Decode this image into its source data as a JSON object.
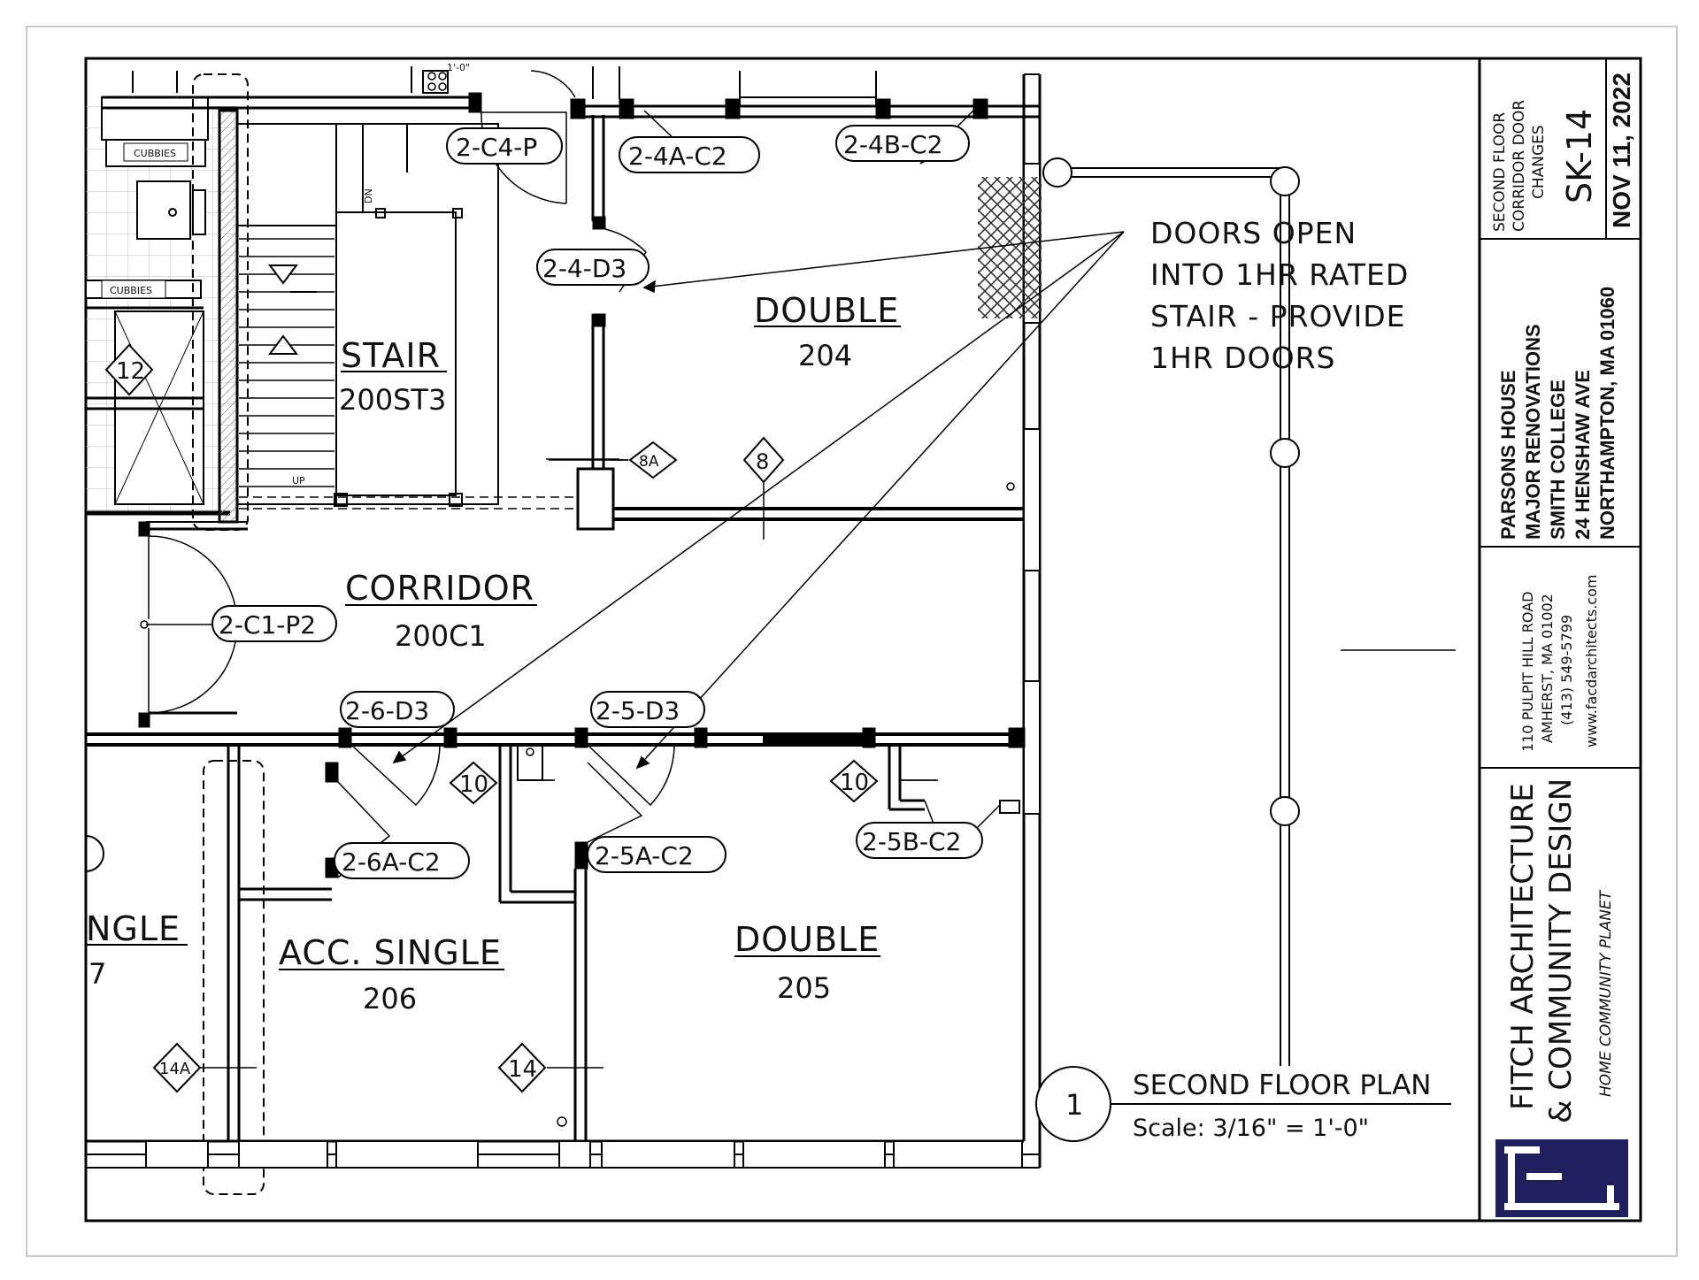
{
  "rooms": {
    "stair_name": "STAIR",
    "stair_num": "200ST3",
    "double_204_name": "DOUBLE",
    "double_204_num": "204",
    "corridor_name": "CORRIDOR",
    "corridor_num": "200C1",
    "single_207_name": "NGLE",
    "single_207_num": "7",
    "acc_single_name": "ACC. SINGLE",
    "acc_single_num": "206",
    "double_205_name": "DOUBLE",
    "double_205_num": "205"
  },
  "door_tags": {
    "c4p": "2-C4-P",
    "d4ac2": "2-4A-C2",
    "d4bc2": "2-4B-C2",
    "d4d3": "2-4-D3",
    "c1p2": "2-C1-P2",
    "d6d3": "2-6-D3",
    "d5d3": "2-5-D3",
    "d6ac2": "2-6A-C2",
    "d5ac2": "2-5A-C2",
    "d5bc2": "2-5B-C2"
  },
  "markers": {
    "m12": "12",
    "m8a": "8A",
    "m8": "8",
    "m10a": "10",
    "m10b": "10",
    "m14a": "14A",
    "m14": "14"
  },
  "labels": {
    "cubbies_1": "CUBBIES",
    "cubbies_2": "CUBBIES",
    "dn": "DN",
    "up": "UP",
    "dim": "1'-0\""
  },
  "note": {
    "line1": "DOORS OPEN",
    "line2": "INTO 1HR RATED",
    "line3": "STAIR - PROVIDE",
    "line4": "1HR DOORS"
  },
  "plan_title": {
    "number": "1",
    "title": "SECOND FLOOR PLAN",
    "scale": "Scale: 3/16\" = 1'-0\""
  },
  "title_block": {
    "sheet_title_1": "SECOND FLOOR",
    "sheet_title_2": "CORRIDOR DOOR",
    "sheet_title_3": "CHANGES",
    "sheet_number": "SK-14",
    "date": "NOV 11, 2022",
    "project_1": "PARSONS HOUSE",
    "project_2": "MAJOR RENOVATIONS",
    "project_3": "SMITH COLLEGE",
    "project_4": "24 HENSHAW AVE",
    "project_5": "NORTHAMPTON, MA 01060",
    "firm_addr_1": "110 PULPIT HILL ROAD",
    "firm_addr_2": "AMHERST, MA 01002",
    "firm_addr_3": "(413) 549-5799",
    "firm_addr_4": "www.facdarchitects.com",
    "firm_name_1": "FITCH ARCHITECTURE",
    "firm_name_2": "& COMMUNITY DESIGN",
    "firm_tagline": "HOME  COMMUNITY  PLANET"
  },
  "colors": {
    "ink": "#111111",
    "logo_bg": "#1f1f5e",
    "hatch": "#333333"
  }
}
